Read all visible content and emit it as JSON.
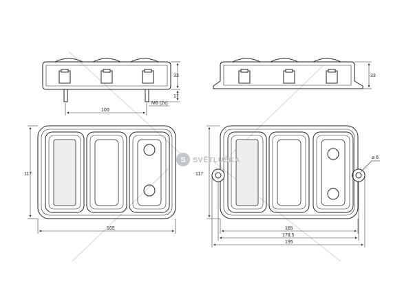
{
  "watermark": {
    "text": "SVĚTLUŠKA",
    "initial": "S"
  },
  "top_left_view": {
    "dim_height": "33",
    "dim_depth": "17",
    "dim_spacing": "100",
    "dim_thread": "M6 (2x)"
  },
  "top_right_view": {
    "dim_height": "33"
  },
  "front_left_view": {
    "dim_height": "117",
    "dim_width": "165"
  },
  "front_right_view": {
    "dim_height": "117",
    "dim_hole": "⌀ 6",
    "dim_width_1": "165",
    "dim_width_2": "178,5",
    "dim_width_3": "195"
  }
}
